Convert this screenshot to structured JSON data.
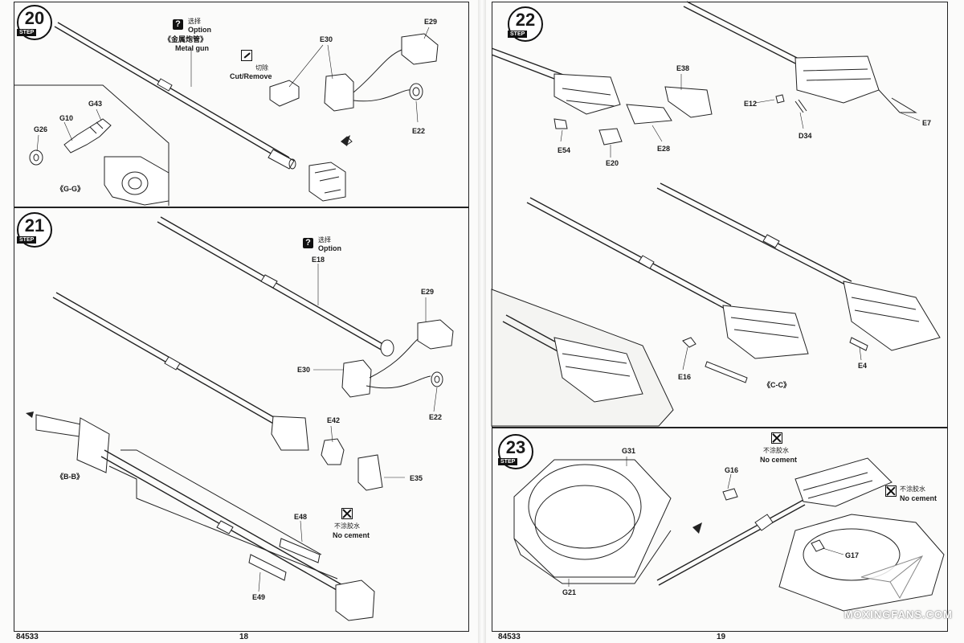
{
  "left_page": {
    "catalog": "84533",
    "page_number": "18",
    "step20": {
      "step_number": "20",
      "step_word": "STEP",
      "option_cn": "选择",
      "option_en": "Option",
      "metal_gun_cn": "《金属炮管》",
      "metal_gun_en": "Metal gun",
      "cut_cn": "切除",
      "cut_en": "Cut/Remove",
      "detail_view": "《G-G》",
      "parts": [
        "E29",
        "E30",
        "E22",
        "G43",
        "G10",
        "G26"
      ]
    },
    "step21": {
      "step_number": "21",
      "step_word": "STEP",
      "option_cn": "选择",
      "option_en": "Option",
      "no_cement_cn": "不涂胶水",
      "no_cement_en": "No cement",
      "detail_view": "《B-B》",
      "parts": [
        "E18",
        "E29",
        "E30",
        "E22",
        "E42",
        "E35",
        "E48",
        "E49"
      ]
    }
  },
  "right_page": {
    "catalog": "84533",
    "page_number": "19",
    "step22": {
      "step_number": "22",
      "step_word": "STEP",
      "detail_view": "《C-C》",
      "parts": [
        "E38",
        "E12",
        "E7",
        "D34",
        "E54",
        "E20",
        "E28",
        "E16",
        "E4"
      ]
    },
    "step23": {
      "step_number": "23",
      "step_word": "STEP",
      "no_cement_cn_1": "不涂胶水",
      "no_cement_en_1": "No cement",
      "no_cement_cn_2": "不涂胶水",
      "no_cement_en_2": "No cement",
      "parts": [
        "G31",
        "G16",
        "G21",
        "G17"
      ]
    }
  },
  "watermark": "MOXINGFANS.COM"
}
